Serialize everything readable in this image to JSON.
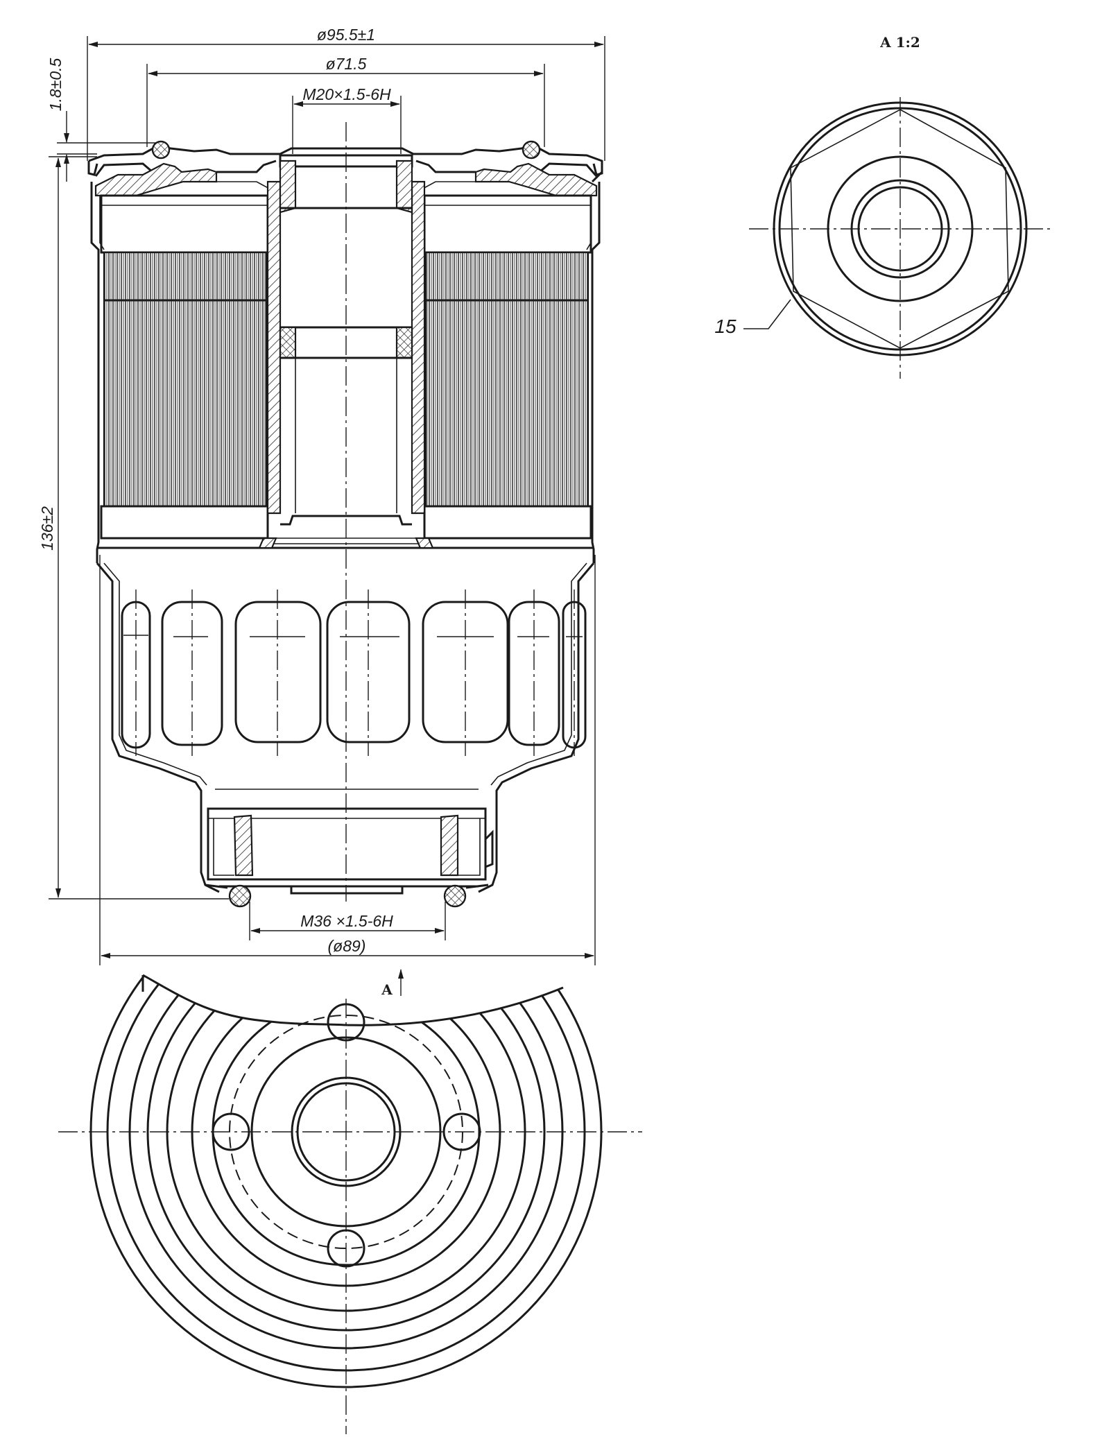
{
  "views": {
    "section": {
      "dimensions": {
        "outer_diameter": "ø95.5±1",
        "seal_diameter": "ø71.5",
        "inlet_thread": "M20×1.5-6H",
        "gasket_offset": "1.8±0.5",
        "height": "136±2",
        "outlet_thread": "M36 ×1.5-6H",
        "body_diameter": "(ø89)"
      },
      "section_arrow_label": "A"
    },
    "detail": {
      "label": "A 1:2",
      "callout": "15"
    }
  }
}
